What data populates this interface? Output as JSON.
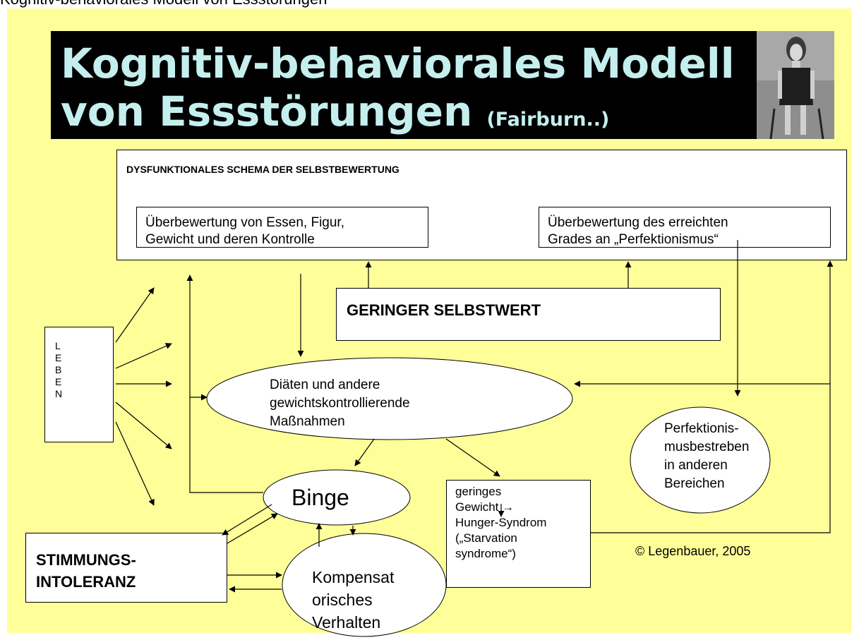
{
  "top_caption": "Kognitiv-behaviorales Modell von Essstörungen",
  "title": {
    "line1": "Kognitiv-behaviorales Modell",
    "line2": "von Essstörungen",
    "suffix": "(Fairburn..)"
  },
  "schema": {
    "header": "DYSFUNKTIONALES SCHEMA DER SELBSTBEWERTUNG",
    "box_food_line1": "Überbewertung von Essen, Figur,",
    "box_food_line2": "Gewicht und deren Kontrolle",
    "box_perf_line1": "Überbewertung des erreichten",
    "box_perf_line2": "Grades an „Perfektionismus“"
  },
  "selfworth": "GERINGER SELBSTWERT",
  "leben_letters": [
    "L",
    "E",
    "B",
    "E",
    "N"
  ],
  "diets_lines": [
    "Diäten und andere",
    "gewichtskontrollierende",
    "Maßnahmen"
  ],
  "perfection_lines": [
    "Perfektionis-",
    "musbestreben",
    "in anderen",
    "Bereichen"
  ],
  "binge": "Binge",
  "compensatory_lines": [
    "Kompensat",
    "orisches",
    "Verhalten"
  ],
  "stimmung_lines": [
    "STIMMUNGS-",
    "INTOLERANZ"
  ],
  "hunger_lines": [
    "geringes",
    "Gewicht →",
    "Hunger-Syndrom",
    "(„Starvation",
    "syndrome“)"
  ],
  "copyright": "© Legenbauer, 2005",
  "colors": {
    "slide_background": "#ffff99",
    "title_background": "#000000",
    "title_text": "#c5efef"
  }
}
